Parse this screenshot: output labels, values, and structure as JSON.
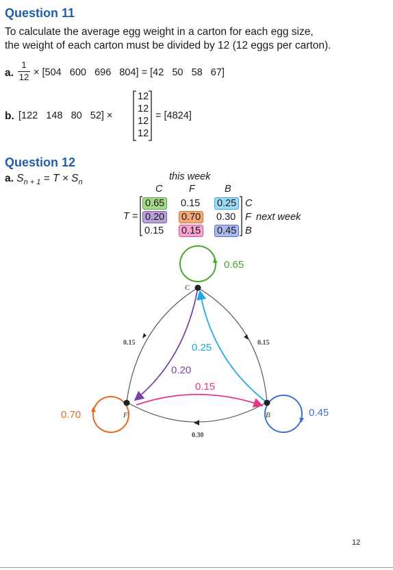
{
  "q11": {
    "title": "Question 11",
    "line1": "To calculate the average egg weight in a carton for each egg size,",
    "line2": "the weight of each carton must be divided by 12 (12 eggs per carton).",
    "a_label": "a.",
    "a_num": "1",
    "a_den": "12",
    "a_expr": "× [504   600   696   804] = [42   50   58   67]",
    "b_label": "b.",
    "b_row": "[122   148   80   52] ×",
    "b_col": [
      "12",
      "12",
      "12",
      "12"
    ],
    "b_result": "= [4824]"
  },
  "q12": {
    "title": "Question 12",
    "a_label": "a.",
    "a_S": "S",
    "a_sub1": "n + 1",
    "a_mid": " = T × S",
    "a_sub2": "n",
    "this_week": "this week",
    "next_week": "next week",
    "T_eq": "T =",
    "col_heads": [
      "C",
      "F",
      "B"
    ],
    "row_labels": [
      "C",
      "F",
      "B"
    ],
    "matrix": [
      [
        "0.65",
        "0.15",
        "0.25"
      ],
      [
        "0.20",
        "0.70",
        "0.30"
      ],
      [
        "0.15",
        "0.15",
        "0.45"
      ]
    ]
  },
  "graph": {
    "nodes": {
      "C": "C",
      "F": "F",
      "B": "B"
    },
    "loops": {
      "C": "0.65",
      "F": "0.70",
      "B": "0.45"
    },
    "edges": {
      "C_to_F_outer": "0.15",
      "C_to_B_outer": "0.15",
      "B_to_F_bottom": "0.30",
      "B_to_C": "0.25",
      "C_to_F": "0.20",
      "F_to_B": "0.15"
    },
    "colors": {
      "green": "#4aa52e",
      "orange": "#e8681e",
      "blue": "#3f6fd1",
      "purple": "#7a3fa8",
      "cyan": "#20a8e0",
      "pink": "#e8348a",
      "gray": "#555555"
    }
  },
  "page_number": "12"
}
